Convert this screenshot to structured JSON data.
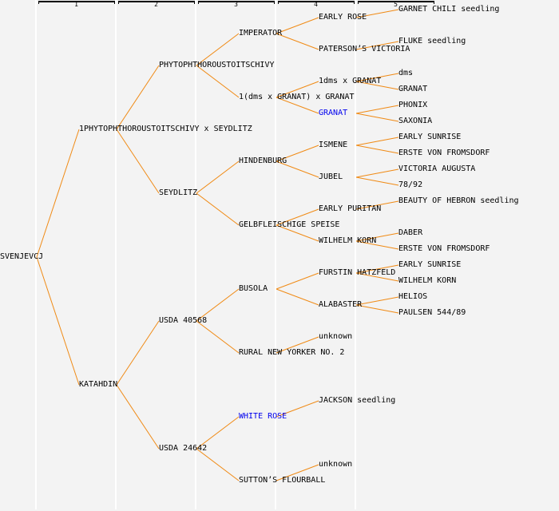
{
  "generations": [
    "1",
    "2",
    "3",
    "4",
    "5"
  ],
  "colors": {
    "line": "#f08a14",
    "highlight_text": "#0000ee",
    "text": "#000000",
    "background": "#f3f3f3"
  },
  "nodes": [
    {
      "id": "n0",
      "label": "SVENJEVCJ",
      "gen": 0,
      "row": 322,
      "parent": null
    },
    {
      "id": "n1",
      "label": "1PHYTOPHTHOROUSTOITSCHIVY x SEYDLITZ",
      "gen": 1,
      "row": 162,
      "parent": "n0"
    },
    {
      "id": "n2",
      "label": "KATAHDIN",
      "gen": 1,
      "row": 482,
      "parent": "n0"
    },
    {
      "id": "n3",
      "label": "PHYTOPHTHOROUSTOITSCHIVY",
      "gen": 2,
      "row": 82,
      "parent": "n1"
    },
    {
      "id": "n4",
      "label": "SEYDLITZ",
      "gen": 2,
      "row": 242,
      "parent": "n1"
    },
    {
      "id": "n5",
      "label": "USDA 40568",
      "gen": 2,
      "row": 402,
      "parent": "n2"
    },
    {
      "id": "n6",
      "label": "USDA 24642",
      "gen": 2,
      "row": 562,
      "parent": "n2"
    },
    {
      "id": "n7",
      "label": "IMPERATOR",
      "gen": 3,
      "row": 42,
      "parent": "n3"
    },
    {
      "id": "n8",
      "label": "1(dms x GRANAT) x GRANAT",
      "gen": 3,
      "row": 122,
      "parent": "n3"
    },
    {
      "id": "n9",
      "label": "HINDENBURG",
      "gen": 3,
      "row": 202,
      "parent": "n4"
    },
    {
      "id": "n10",
      "label": "GELBFLEISCHIGE SPEISE",
      "gen": 3,
      "row": 282,
      "parent": "n4"
    },
    {
      "id": "n11",
      "label": "BUSOLA",
      "gen": 3,
      "row": 362,
      "parent": "n5"
    },
    {
      "id": "n12",
      "label": "RURAL NEW YORKER NO. 2",
      "gen": 3,
      "row": 442,
      "parent": "n5"
    },
    {
      "id": "n13",
      "label": "WHITE ROSE",
      "gen": 3,
      "row": 522,
      "parent": "n6",
      "highlight": true
    },
    {
      "id": "n14",
      "label": "SUTTON’S FLOURBALL",
      "gen": 3,
      "row": 602,
      "parent": "n6"
    },
    {
      "id": "n15",
      "label": "EARLY ROSE",
      "gen": 4,
      "row": 22,
      "parent": "n7"
    },
    {
      "id": "n16",
      "label": "PATERSON’S VICTORIA",
      "gen": 4,
      "row": 62,
      "parent": "n7"
    },
    {
      "id": "n17",
      "label": "1dms x GRANAT",
      "gen": 4,
      "row": 102,
      "parent": "n8"
    },
    {
      "id": "n18",
      "label": "GRANAT",
      "gen": 4,
      "row": 142,
      "parent": "n8",
      "highlight": true
    },
    {
      "id": "n19",
      "label": "ISMENE",
      "gen": 4,
      "row": 182,
      "parent": "n9"
    },
    {
      "id": "n20",
      "label": "JUBEL",
      "gen": 4,
      "row": 222,
      "parent": "n9"
    },
    {
      "id": "n21",
      "label": "EARLY PURITAN",
      "gen": 4,
      "row": 262,
      "parent": "n10"
    },
    {
      "id": "n22",
      "label": "WILHELM KORN",
      "gen": 4,
      "row": 302,
      "parent": "n10"
    },
    {
      "id": "n23",
      "label": "FURSTIN HATZFELD",
      "gen": 4,
      "row": 342,
      "parent": "n11"
    },
    {
      "id": "n24",
      "label": "ALABASTER",
      "gen": 4,
      "row": 382,
      "parent": "n11"
    },
    {
      "id": "n25",
      "label": "unknown",
      "gen": 4,
      "row": 422,
      "parent": "n12"
    },
    {
      "id": "n26",
      "label": "JACKSON seedling",
      "gen": 4,
      "row": 502,
      "parent": "n13"
    },
    {
      "id": "n27",
      "label": "unknown",
      "gen": 4,
      "row": 582,
      "parent": "n14"
    },
    {
      "id": "n28",
      "label": "GARNET CHILI seedling",
      "gen": 5,
      "row": 12,
      "parent": "n15"
    },
    {
      "id": "n29",
      "label": "FLUKE seedling",
      "gen": 5,
      "row": 52,
      "parent": "n16"
    },
    {
      "id": "n30",
      "label": "dms",
      "gen": 5,
      "row": 92,
      "parent": "n17"
    },
    {
      "id": "n31",
      "label": "GRANAT",
      "gen": 5,
      "row": 112,
      "parent": "n17"
    },
    {
      "id": "n32",
      "label": "PHONIX",
      "gen": 5,
      "row": 132,
      "parent": "n18"
    },
    {
      "id": "n33",
      "label": "SAXONIA",
      "gen": 5,
      "row": 152,
      "parent": "n18"
    },
    {
      "id": "n34",
      "label": "EARLY SUNRISE",
      "gen": 5,
      "row": 172,
      "parent": "n19"
    },
    {
      "id": "n35",
      "label": "ERSTE VON FROMSDORF",
      "gen": 5,
      "row": 192,
      "parent": "n19"
    },
    {
      "id": "n36",
      "label": "VICTORIA AUGUSTA",
      "gen": 5,
      "row": 212,
      "parent": "n20"
    },
    {
      "id": "n37",
      "label": "78/92",
      "gen": 5,
      "row": 232,
      "parent": "n20"
    },
    {
      "id": "n38",
      "label": "BEAUTY OF HEBRON seedling",
      "gen": 5,
      "row": 252,
      "parent": "n21"
    },
    {
      "id": "n39",
      "label": "DABER",
      "gen": 5,
      "row": 292,
      "parent": "n22"
    },
    {
      "id": "n40",
      "label": "ERSTE VON FROMSDORF",
      "gen": 5,
      "row": 312,
      "parent": "n22"
    },
    {
      "id": "n41",
      "label": "EARLY SUNRISE",
      "gen": 5,
      "row": 332,
      "parent": "n23"
    },
    {
      "id": "n42",
      "label": "WILHELM KORN",
      "gen": 5,
      "row": 352,
      "parent": "n23"
    },
    {
      "id": "n43",
      "label": "HELIOS",
      "gen": 5,
      "row": 372,
      "parent": "n24"
    },
    {
      "id": "n44",
      "label": "PAULSEN 544/89",
      "gen": 5,
      "row": 392,
      "parent": "n24"
    }
  ]
}
